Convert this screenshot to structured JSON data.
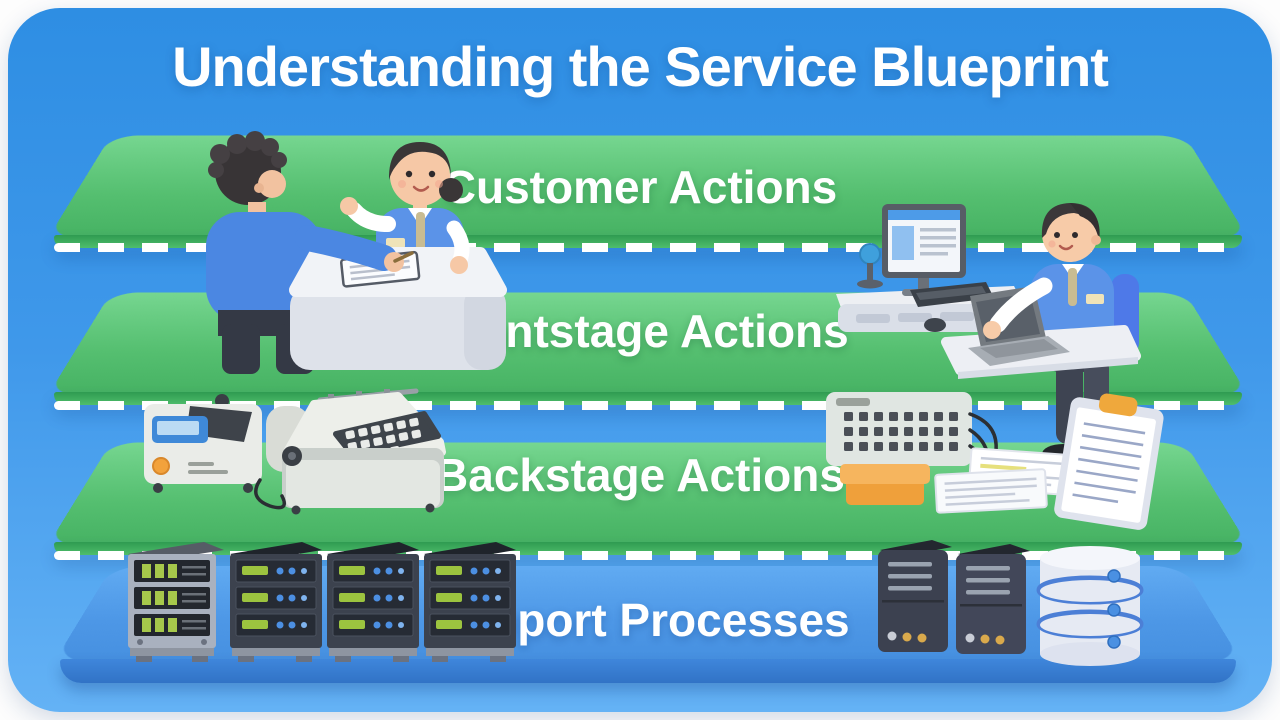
{
  "title": "Understanding the Service Blueprint",
  "layers": [
    {
      "label": "Customer Actions",
      "surface_color": "#55BF70",
      "scene_items": [
        "customer-figure",
        "service-agent-figure",
        "service-counter",
        "signed-document"
      ]
    },
    {
      "label": "Frontstage Actions",
      "surface_color": "#55BF70",
      "scene_items": [
        "employee-at-desk-figure",
        "desktop-monitor",
        "microphone",
        "desk-console",
        "keyboard",
        "mouse",
        "laptop",
        "office-chair",
        "desk-board"
      ]
    },
    {
      "label": "Backstage Actions",
      "surface_color": "#55BF70",
      "scene_items": [
        "label-printer-machine",
        "processing-machine",
        "patch-panel",
        "orange-box",
        "paper-documents",
        "clipboard"
      ]
    },
    {
      "label": "Support Processes",
      "surface_color": "#4D97E6",
      "scene_items": [
        "server-rack-light",
        "server-rack-dark",
        "server-rack-dark",
        "server-rack-dark",
        "server-tower",
        "server-tower",
        "database-stack"
      ]
    }
  ],
  "separators": {
    "style": "dashed",
    "color": "#FFFFFF",
    "count": 3
  },
  "colors": {
    "page_background": "#FDFDFD",
    "card_blue_top": "#2E8EE3",
    "card_blue_bottom": "#64B2F5",
    "layer_green": "#55BF70",
    "layer_green_edge": "#2F9B51",
    "layer_blue": "#4D97E6",
    "layer_blue_edge": "#3173C6",
    "label_text": "#FFFFFF",
    "accent_orange": "#EFA03B",
    "led_green": "#9CC43F",
    "dot_blue": "#4A90E2"
  }
}
